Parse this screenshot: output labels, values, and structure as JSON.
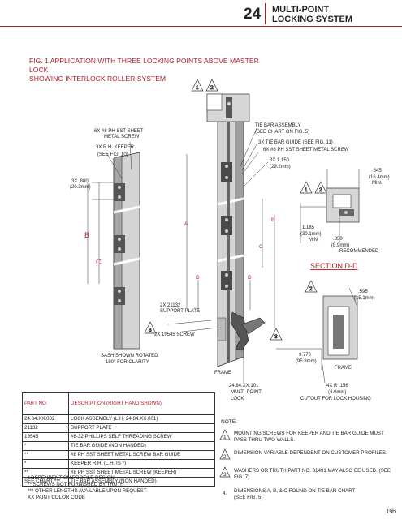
{
  "header": {
    "page_number": "24",
    "title_line1": "MULTI-POINT",
    "title_line2": "LOCKING SYSTEM"
  },
  "figure": {
    "title_line1": "FIG. 1  APPLICATION WITH THREE LOCKING POINTS ABOVE MASTER LOCK",
    "title_line2": "SHOWING INTERLOCK ROLLER SYSTEM"
  },
  "callouts": {
    "keeper_screw_1": "6X #8 PH SST SHEET",
    "keeper_screw_2": "METAL SCREW",
    "rh_keeper_1": "3X R.H. KEEPER",
    "rh_keeper_2": "(SEE FIG. 10)",
    "dim_800_1": "3X .800",
    "dim_800_2": "(20.3mm)",
    "label_b": "B",
    "label_c": "C",
    "label_a": "A",
    "label_d1": "D",
    "label_d2": "D",
    "tie_bar_1": "TIE BAR ASSEMBLY",
    "tie_bar_2": "(SEE CHART ON FIG. 5)",
    "tie_bar_guide": "3X TIE BAR GUIDE (SEE FIG. 11)",
    "tie_screw": "6X #8 PH SST SHEET METAL SCREW",
    "dim_1150_1": "3X 1.150",
    "dim_1150_2": "(29.2mm)",
    "dim_1185_1": "1.185",
    "dim_1185_2": "(30.1mm)",
    "dim_1185_3": "MIN.",
    "dim_645_1": ".645",
    "dim_645_2": "(16.4mm)",
    "dim_645_3": "MIN.",
    "dim_350_1": ".350",
    "dim_350_2": "(8.9mm)",
    "dim_350_3": "RECOMMENDED",
    "section": "SECTION D-D",
    "dim_595_1": ".595",
    "dim_595_2": "(15.1mm)",
    "support_plate_1": "2X 21132",
    "support_plate_2": "SUPPORT PLATE",
    "screw_19545": "2X 19545 SCREW",
    "dim_3770_1": "3.770",
    "dim_3770_2": "(95.8mm)",
    "sash_1": "SASH SHOWN ROTATED",
    "sash_2": "180° FOR CLARITY",
    "frame1": "FRAME",
    "frame2": "FRAME",
    "lock_1": "24.84.XX.101",
    "lock_2": "MULTI-POINT",
    "lock_3": "LOCK",
    "cutout_1": "4X R .156",
    "cutout_2": "(4.0mm)",
    "cutout_3": "CUTOUT FOR LOCK HOUSING",
    "tri_1": "1",
    "tri_2": "2",
    "tri_3": "3"
  },
  "parts_table": {
    "col_part": "PART NO.",
    "col_desc": "DESCRIPTION (RIGHT HAND SHOWN)",
    "rows": [
      {
        "part": "24.84.XX.002",
        "desc": "LOCK ASSEMBLY (L.H. 24.84.XX.001)"
      },
      {
        "part": "21132",
        "desc": "SUPPORT PLATE"
      },
      {
        "part": "19545",
        "desc": "#8-32 PHILLIPS SELF THREADING SCREW"
      },
      {
        "part": "*",
        "desc": "TIE BAR GUIDE (NON HANDED)"
      },
      {
        "part": "**",
        "desc": "#8 PH SST SHEET METAL SCREW BAR GUIDE"
      },
      {
        "part": "*",
        "desc": "KEEPER R.H. (L.H. IS *)"
      },
      {
        "part": "**",
        "desc": "#8 PH SST SHEET METAL SCREW (KEEPER)"
      },
      {
        "part": "SEE CHART ***",
        "desc": "TIE BAR ASSEMBLY (NON HANDED)"
      }
    ]
  },
  "footnotes": [
    "* DEPENDENT ON PROFILE DESIGN",
    "** SCREWS NOT FURNISHED BY TRUTH",
    "*** OTHER LENGTHS AVAILABLE UPON REQUEST",
    "XX PAINT COLOR CODE"
  ],
  "notes": {
    "heading": "NOTE:",
    "n1_num": "1",
    "n1": "MOUNTING SCREWS FOR KEEPER AND TIE BAR GUIDE MUST PASS THRU TWO WALLS.",
    "n2_num": "2",
    "n2": "DIMENSION VARIABLE-DEPENDENT ON CUSTOMER PROFILES.",
    "n3_num": "3",
    "n3": "WASHERS OR TRUTH PART NO. 31491 MAY ALSO BE USED. (SEE FIG. 7)",
    "n4_num": "4.",
    "n4": "DIMENSIONS A, B, & C FOUND ON TIE BAR CHART (SEE FIG. 5)"
  },
  "page_ref": "19b",
  "colors": {
    "accent": "#b21e28",
    "metal": "#c9c9c9",
    "metal_dark": "#8c8c8c"
  }
}
